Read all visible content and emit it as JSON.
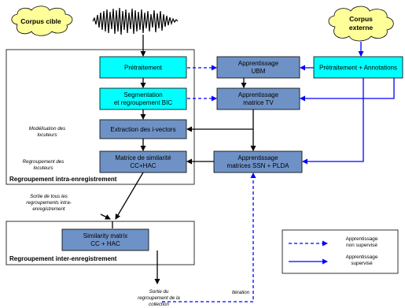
{
  "clouds": {
    "corpus_cible": "Corpus cible",
    "corpus_externe": [
      "Corpus",
      "externe"
    ]
  },
  "intra_frame": {
    "title": "Regroupement intra-enregistrement",
    "boxes": {
      "pretraitement": [
        "Prétraitement"
      ],
      "segmentation": [
        "Segmentation",
        "et regroupement BIC"
      ],
      "extraction": [
        "Extraction des i-vectors"
      ],
      "matrice": [
        "Matrice de similarité",
        "CC+HAC"
      ]
    }
  },
  "inter_frame": {
    "title": "Regroupement inter-enregistrement",
    "box": [
      "Similarity matrix",
      "CC + HAC"
    ]
  },
  "right_boxes": {
    "ubm": [
      "Apprentissage",
      "UBM"
    ],
    "tv": [
      "Apprentissage",
      "matrice TV"
    ],
    "ssn": [
      "Apprentissage",
      "matrices SSN + PLDA"
    ],
    "annotations": [
      "Prétraitement + Annotations"
    ]
  },
  "notes": {
    "modelisation": [
      "Modélisation des",
      "locuteurs"
    ],
    "regroupement": [
      "Regroupement des",
      "locuteurs"
    ],
    "sortie_intra": [
      "Sortie de tous les",
      "regroupements intra-",
      "enregistrement"
    ],
    "sortie_collection": [
      "Sortie du",
      "regroupement de la",
      "collection"
    ],
    "iteration": "Itération"
  },
  "legend": {
    "unsupervised": [
      "Apprentissage",
      "non supervisé"
    ],
    "supervised": [
      "Apprentissage",
      "supervisé"
    ]
  },
  "colors": {
    "cyan_box": "#00FFFF",
    "steel_box": "#6F92C6",
    "cloud_fill": "#FFFF99",
    "arrow_blue": "#0000FF",
    "arrow_black": "#000000"
  }
}
